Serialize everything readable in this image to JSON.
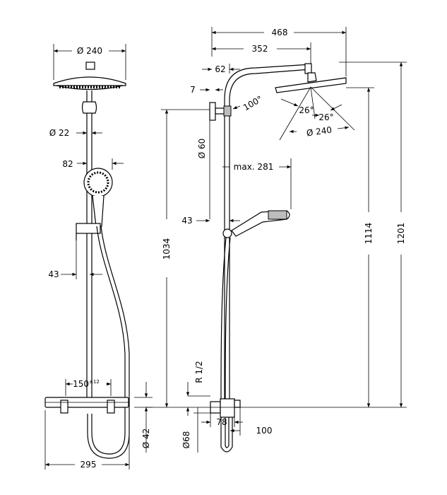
{
  "front_view": {
    "head_diameter": "Ø 240",
    "pipe_diameter": "Ø 22",
    "hand_shower_offset": "82",
    "rail_offset": "43",
    "connection_spacing": "150",
    "connection_tolerance": "±12",
    "valve_depth": "Ø 42",
    "overall_width": "295"
  },
  "side_view": {
    "projection_total": "468",
    "projection_arm": "352",
    "wall_offset": "62",
    "mount_gap": "7",
    "arm_angle": "100°",
    "spray_angle_left": "26°",
    "spray_angle_right": "26°",
    "head_diameter": "Ø 240",
    "bracket_diameter": "Ø 60",
    "hand_reach": "max. 281",
    "slider_offset": "43",
    "height_to_arm": "1034",
    "height_to_head": "1114",
    "height_total": "1201",
    "thread": "R 1/2",
    "valve_diameter": "Ø68",
    "valve_offset": "78",
    "valve_projection": "100"
  }
}
